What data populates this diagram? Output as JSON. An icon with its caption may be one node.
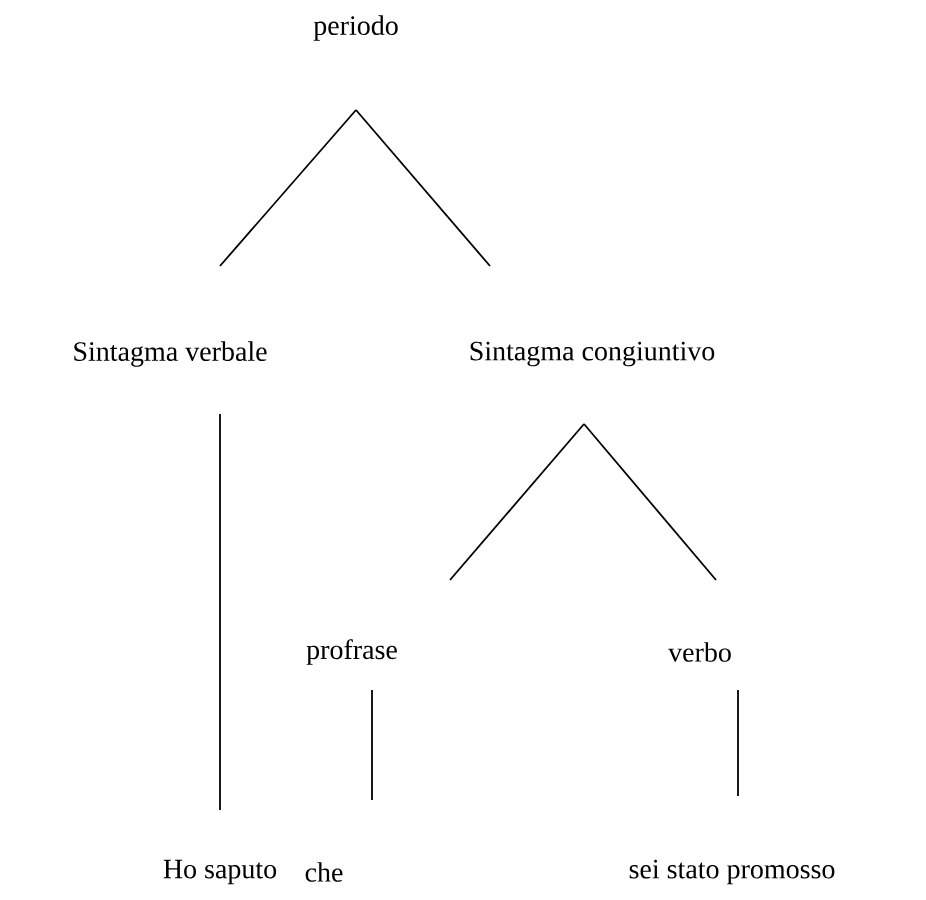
{
  "diagram": {
    "nodes": [
      {
        "text": [
          "periodo"
        ]
      },
      {
        "text": [
          "Sintagma verbale"
        ]
      },
      {
        "text": [
          "Sintagma congiuntivo"
        ]
      },
      {
        "text": [
          "profrase"
        ]
      },
      {
        "text": [
          "verbo"
        ]
      },
      {
        "text": [
          "Ho saputo"
        ]
      },
      {
        "text": [
          "che"
        ]
      },
      {
        "text": [
          "sei stato promosso"
        ]
      }
    ],
    "edges": [
      {
        "from": 0,
        "to": 1,
        "arrow": "none"
      },
      {
        "from": 0,
        "to": 2,
        "arrow": "none"
      },
      {
        "from": 2,
        "to": 3,
        "arrow": "none"
      },
      {
        "from": 2,
        "to": 4,
        "arrow": "none"
      },
      {
        "from": 1,
        "to": 5,
        "arrow": "none"
      },
      {
        "from": 3,
        "to": 6,
        "arrow": "none"
      },
      {
        "from": 4,
        "to": 7,
        "arrow": "none"
      }
    ]
  }
}
